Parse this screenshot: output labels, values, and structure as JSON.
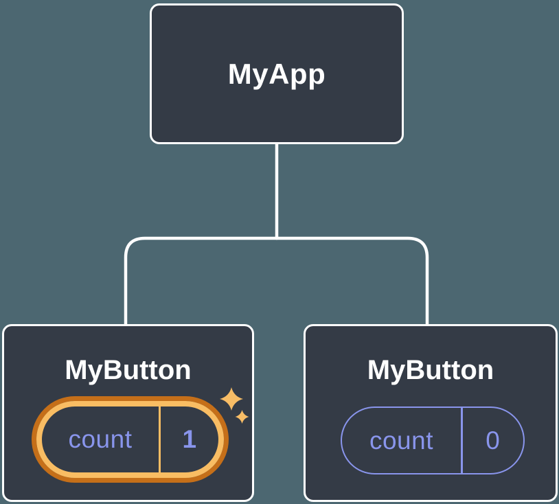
{
  "diagram": {
    "root": {
      "label": "MyApp"
    },
    "children": [
      {
        "label": "MyButton",
        "state": {
          "name": "count",
          "value": "1"
        },
        "highlighted": true
      },
      {
        "label": "MyButton",
        "state": {
          "name": "count",
          "value": "0"
        },
        "highlighted": false
      }
    ],
    "colors": {
      "background": "#4C6771",
      "node_fill": "#343B46",
      "node_border": "#FFFFFF",
      "connector": "#FFFFFF",
      "title_text": "#FFFFFF",
      "state_accent": "#8995EC",
      "highlight_outer": "#C56F19",
      "highlight_inner": "#F9BD63",
      "sparkle": "#F8BD66"
    }
  }
}
